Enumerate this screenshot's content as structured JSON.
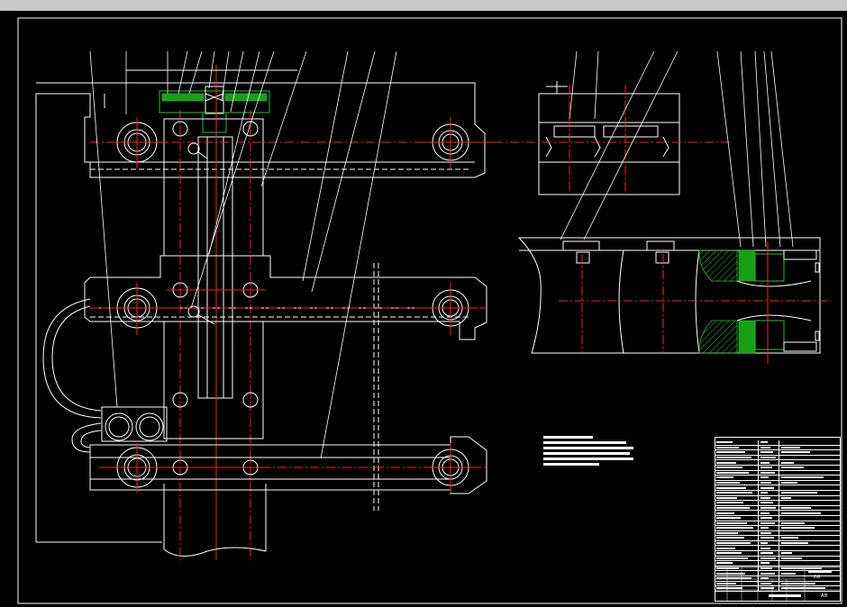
{
  "window": {
    "background": "#000000",
    "chrome_color": "#c8c8c8"
  },
  "colors": {
    "outline": "#ffffff",
    "centerline": "#ff2020",
    "section": "#27c227"
  },
  "title_block": {
    "sheet_code": "A0",
    "unit_label": "mm",
    "row_count": 30
  },
  "notes": {
    "line_count": 6
  },
  "icons": [
    "bearing-circle-icon",
    "section-hatch-icon",
    "handle-lever-icon"
  ]
}
